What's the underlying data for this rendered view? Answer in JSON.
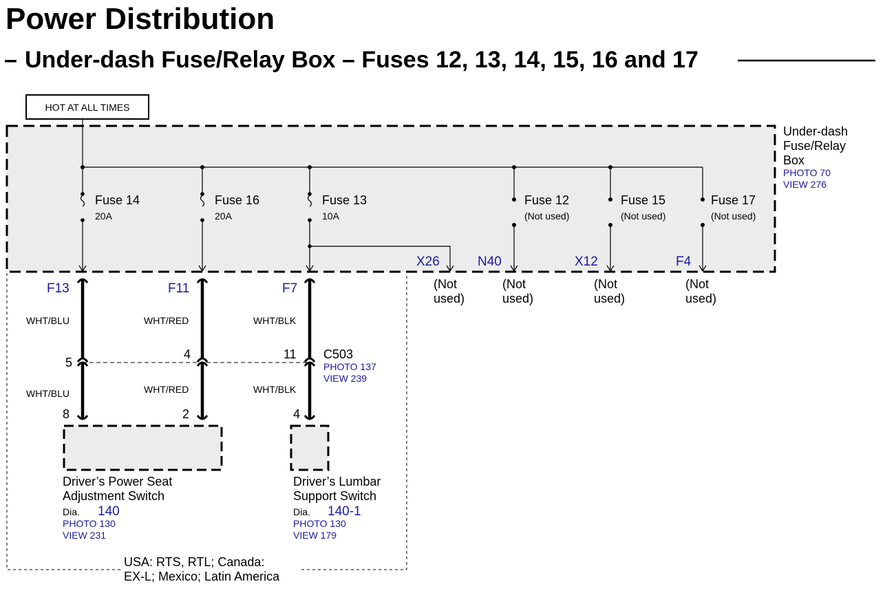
{
  "page": {
    "title": "Power Distribution",
    "subtitle": "Under-dash Fuse/Relay Box – Fuses 12, 13, 14, 15, 16 and 17"
  },
  "source": {
    "label": "HOT AT ALL TIMES"
  },
  "fuse_box": {
    "name_lines": [
      "Under-dash",
      "Fuse/Relay",
      "Box"
    ],
    "photo": "PHOTO 70",
    "view": "VIEW 276"
  },
  "fuses": [
    {
      "name": "Fuse 14",
      "rating": "20A"
    },
    {
      "name": "Fuse 16",
      "rating": "20A"
    },
    {
      "name": "Fuse 13",
      "rating": "10A"
    },
    {
      "name": "Fuse 12",
      "rating": "(Not used)"
    },
    {
      "name": "Fuse 15",
      "rating": "(Not used)"
    },
    {
      "name": "Fuse 17",
      "rating": "(Not used)"
    }
  ],
  "terminals": [
    "F13",
    "F11",
    "F7",
    "X26",
    "N40",
    "X12",
    "F4"
  ],
  "not_used": {
    "line1": "(Not",
    "line2": "used)"
  },
  "wires": [
    "WHT/BLU",
    "WHT/RED",
    "WHT/BLK"
  ],
  "connector": {
    "name": "C503",
    "photo": "PHOTO 137",
    "view": "VIEW 239",
    "upper_pins": [
      "5",
      "4",
      "11"
    ],
    "lower_pins": [
      "8",
      "2",
      "4"
    ]
  },
  "components": [
    {
      "line1": "Driver’s Power Seat",
      "line2": "Adjustment Switch",
      "dia_label": "Dia.",
      "dia": "140",
      "photo": "PHOTO 130",
      "view": "VIEW 231"
    },
    {
      "line1": "Driver’s Lumbar",
      "line2": "Support Switch",
      "dia_label": "Dia.",
      "dia": "140-1",
      "photo": "PHOTO 130",
      "view": "VIEW 179"
    }
  ],
  "note": {
    "line1": "USA: RTS, RTL; Canada:",
    "line2": "EX-L; Mexico; Latin America"
  }
}
